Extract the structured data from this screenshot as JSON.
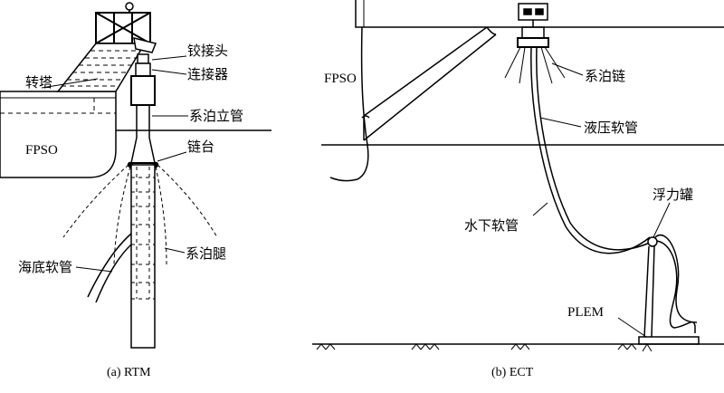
{
  "diagram": {
    "panel_a": {
      "caption": "(a) RTM",
      "labels": {
        "turret": "转塔",
        "fpso": "FPSO",
        "joint": "铰接头",
        "connector": "连接器",
        "riser": "系泊立管",
        "chain_table": "链台",
        "subsea_hose": "海底软管",
        "mooring_leg": "系泊腿"
      }
    },
    "panel_b": {
      "caption": "(b) ECT",
      "labels": {
        "fpso": "FPSO",
        "mooring_chain": "系泊链",
        "hydraulic_hose": "液压软管",
        "underwater_hose": "水下软管",
        "buoy": "浮力罐",
        "plem": "PLEM"
      }
    }
  }
}
